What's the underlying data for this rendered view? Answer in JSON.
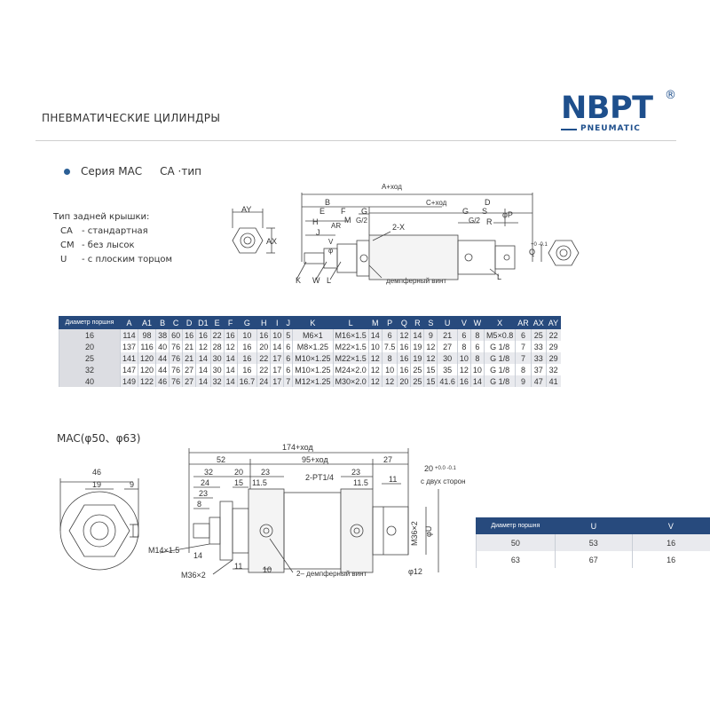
{
  "header": {
    "title": "ПНЕВМАТИЧЕСКИЕ ЦИЛИНДРЫ",
    "logo_main": "NBPT",
    "logo_reg": "®",
    "logo_sub": "PNEUMATIC"
  },
  "series": {
    "label": "Серия МАС",
    "type": "CA ·тип"
  },
  "rear_cover": {
    "heading": "Тип задней крышки:",
    "options": [
      {
        "code": "CA",
        "desc": "- стандартная"
      },
      {
        "code": "CM",
        "desc": "- без лысок"
      },
      {
        "code": "U",
        "desc": "- с плоским торцом"
      }
    ]
  },
  "drawing1": {
    "a_stroke": "A+ход",
    "c_stroke": "C+ход",
    "labels": [
      "B",
      "E",
      "F",
      "H",
      "J",
      "AR",
      "M",
      "G",
      "G/2",
      "D",
      "G",
      "G/2",
      "S",
      "R",
      "φP",
      "2-X",
      "K",
      "W",
      "L",
      "L",
      "AY",
      "AX",
      "Q"
    ],
    "v_label": "V",
    "phi_label": "φ",
    "q_tol": "+0  -0.1",
    "damper": "демпферный винт"
  },
  "spec_table": {
    "headers": [
      "Диаметр поршня",
      "A",
      "A1",
      "B",
      "C",
      "D",
      "D1",
      "E",
      "F",
      "G",
      "H",
      "I",
      "J",
      "K",
      "L",
      "M",
      "P",
      "Q",
      "R",
      "S",
      "U",
      "V",
      "W",
      "X",
      "AR",
      "AX",
      "AY"
    ],
    "rows": [
      [
        "16",
        "114",
        "98",
        "38",
        "60",
        "16",
        "16",
        "22",
        "16",
        "10",
        "16",
        "10",
        "5",
        "M6×1",
        "M16×1.5",
        "14",
        "6",
        "12",
        "14",
        "9",
        "21",
        "6",
        "8",
        "M5×0.8",
        "6",
        "25",
        "22"
      ],
      [
        "20",
        "137",
        "116",
        "40",
        "76",
        "21",
        "12",
        "28",
        "12",
        "16",
        "20",
        "14",
        "6",
        "M8×1.25",
        "M22×1.5",
        "10",
        "7.5",
        "16",
        "19",
        "12",
        "27",
        "8",
        "6",
        "G 1/8",
        "7",
        "33",
        "29"
      ],
      [
        "25",
        "141",
        "120",
        "44",
        "76",
        "21",
        "14",
        "30",
        "14",
        "16",
        "22",
        "17",
        "6",
        "M10×1.25",
        "M22×1.5",
        "12",
        "8",
        "16",
        "19",
        "12",
        "30",
        "10",
        "8",
        "G 1/8",
        "7",
        "33",
        "29"
      ],
      [
        "32",
        "147",
        "120",
        "44",
        "76",
        "27",
        "14",
        "30",
        "14",
        "16",
        "22",
        "17",
        "6",
        "M10×1.25",
        "M24×2.0",
        "12",
        "10",
        "16",
        "25",
        "15",
        "35",
        "12",
        "10",
        "G 1/8",
        "8",
        "37",
        "32"
      ],
      [
        "40",
        "149",
        "122",
        "46",
        "76",
        "27",
        "14",
        "32",
        "14",
        "16.7",
        "24",
        "17",
        "7",
        "M12×1.25",
        "M30×2.0",
        "12",
        "12",
        "20",
        "25",
        "15",
        "41.6",
        "16",
        "14",
        "G 1/8",
        "9",
        "47",
        "41"
      ]
    ]
  },
  "mac_large": {
    "title": "MAC(φ50、φ63)",
    "dims": {
      "d174": "174+ход",
      "d95": "95+ход",
      "d52": "52",
      "d27": "27",
      "d32": "32",
      "d20": "20",
      "d23a": "23",
      "d23b": "23",
      "d24": "24",
      "d15": "15",
      "d115a": "11.5",
      "d115b": "11.5",
      "d23c": "23",
      "d8": "8",
      "d46": "46",
      "d19": "19",
      "d9": "9",
      "d11a": "11",
      "d11b": "11",
      "d10": "10",
      "d14": "14",
      "pt": "2-PT1/4",
      "m14": "M14×1.5",
      "m36a": "M36×2",
      "m36b": "M36×2",
      "phi_u": "φU",
      "phi12": "φ12",
      "d20tol": "20",
      "tol": "+0.0  -0.1",
      "both_sides": "с двух сторон",
      "damper2": "2– демпферный винт"
    }
  },
  "small_table": {
    "headers": [
      "Диаметр поршня",
      "U",
      "V"
    ],
    "rows": [
      [
        "50",
        "53",
        "16"
      ],
      [
        "63",
        "67",
        "16"
      ]
    ]
  }
}
